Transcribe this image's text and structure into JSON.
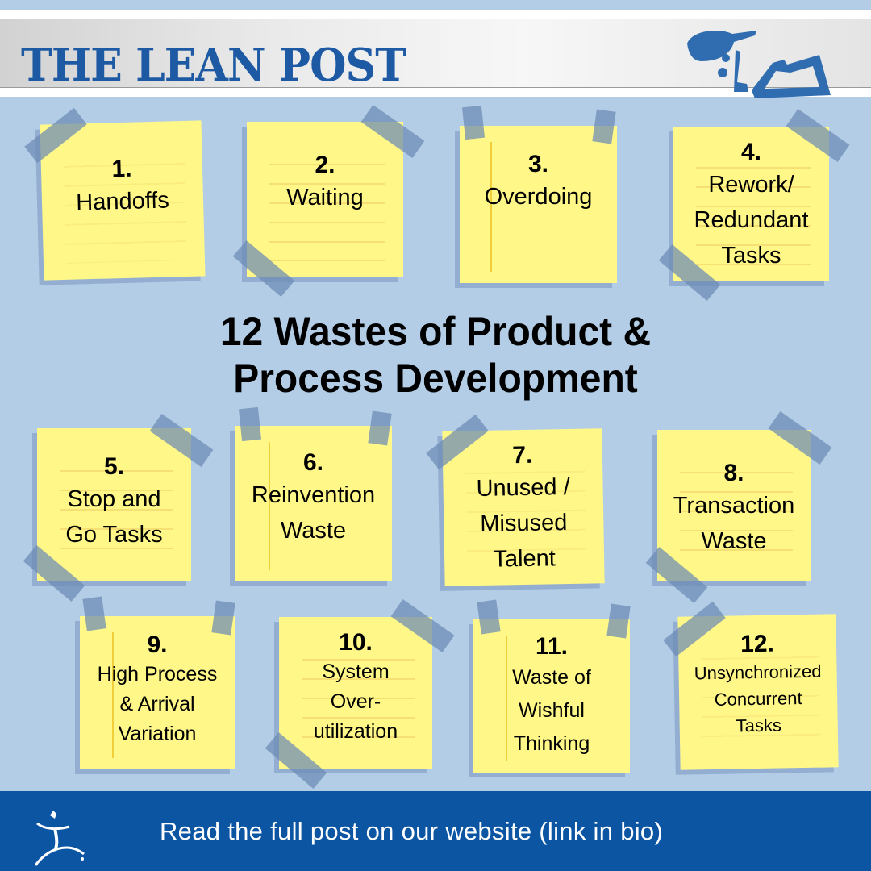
{
  "header": {
    "title": "THE LEAN POST",
    "logo_icon": "lean-post-reader-logo-icon",
    "brand_color": "#1d5aa3"
  },
  "main": {
    "title_line1": "12 Wastes of Product &",
    "title_line2": "Process Development"
  },
  "notes": [
    {
      "number": "1.",
      "lines": [
        "Handoffs"
      ]
    },
    {
      "number": "2.",
      "lines": [
        "Waiting"
      ]
    },
    {
      "number": "3.",
      "lines": [
        "Overdoing"
      ]
    },
    {
      "number": "4.",
      "lines": [
        "Rework/",
        "Redundant",
        "Tasks"
      ]
    },
    {
      "number": "5.",
      "lines": [
        "Stop and",
        "Go Tasks"
      ]
    },
    {
      "number": "6.",
      "lines": [
        "Reinvention",
        "Waste"
      ]
    },
    {
      "number": "7.",
      "lines": [
        "Unused /",
        "Misused",
        "Talent"
      ]
    },
    {
      "number": "8.",
      "lines": [
        "Transaction",
        "Waste"
      ]
    },
    {
      "number": "9.",
      "lines": [
        "High Process",
        "& Arrival",
        "Variation"
      ]
    },
    {
      "number": "10.",
      "lines": [
        "System",
        "Over-",
        "utilization"
      ]
    },
    {
      "number": "11.",
      "lines": [
        "Waste of",
        "Wishful",
        "Thinking"
      ]
    },
    {
      "number": "12.",
      "lines": [
        "Unsynchronized",
        "Concurrent",
        "Tasks"
      ]
    }
  ],
  "footer": {
    "text": "Read the full post on our website (link in bio)",
    "logo_icon": "lean-enterprise-institute-figure-icon",
    "background_color": "#0b55a3"
  },
  "colors": {
    "background": "#b3cde6",
    "note_yellow": "#fff889",
    "tape": "#6b8ab4"
  }
}
